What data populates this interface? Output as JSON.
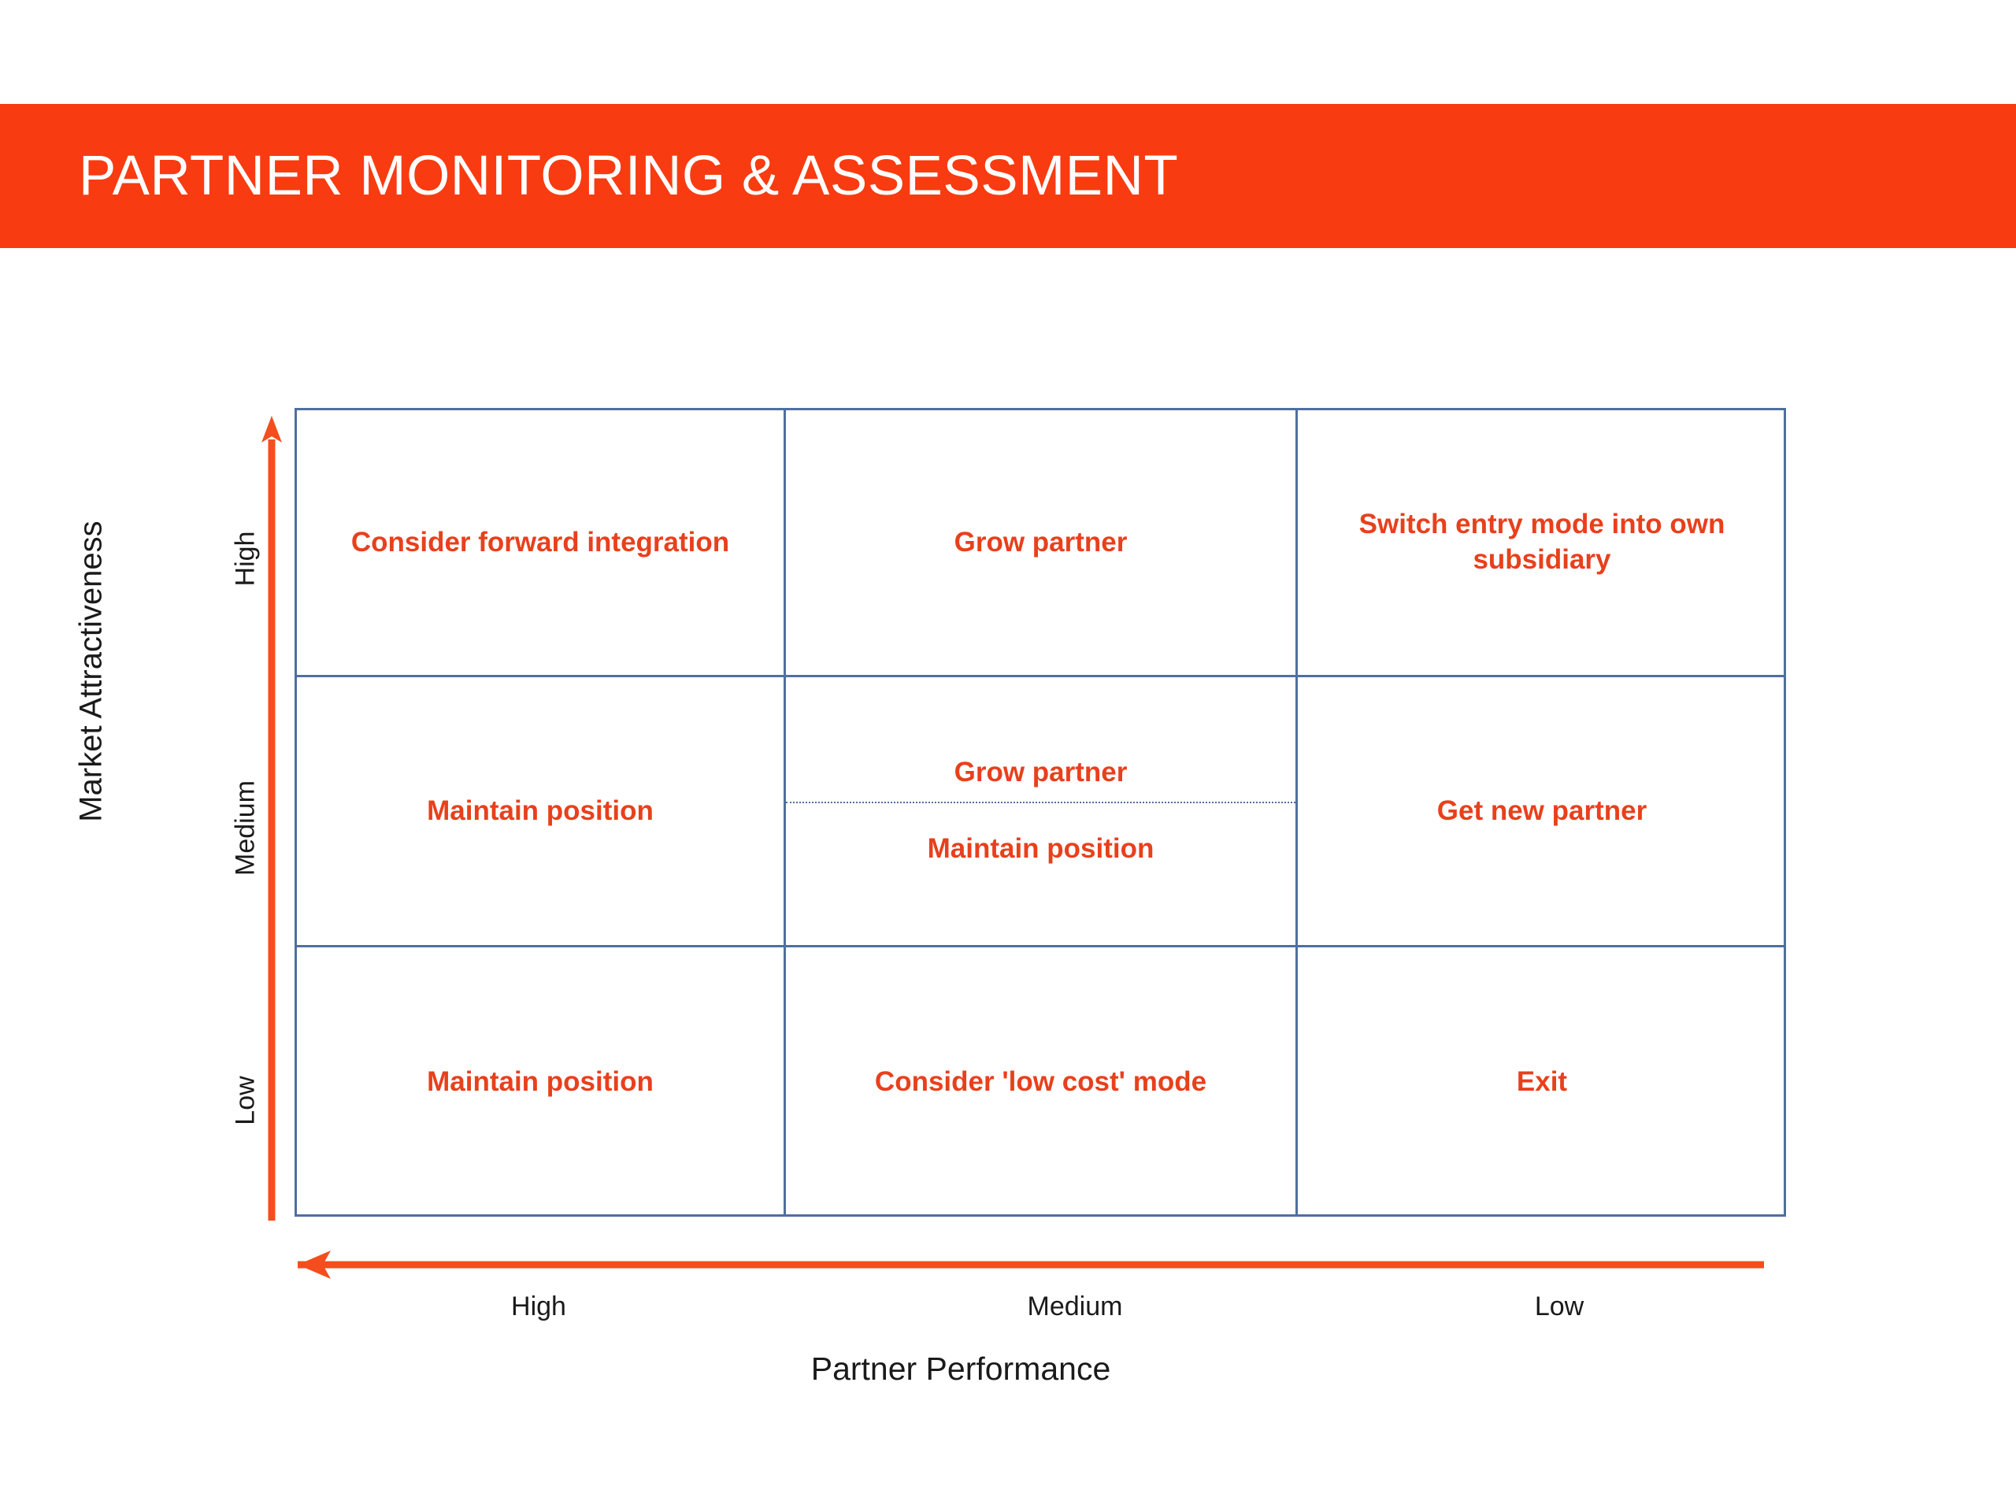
{
  "slide": {
    "title": "PARTNER MONITORING & ASSESSMENT",
    "banner_color": "#F93B11",
    "accent_text_color": "#E8401C",
    "grid_line_color": "#4F6FA0"
  },
  "chart_data": {
    "type": "table",
    "title": "PARTNER MONITORING & ASSESSMENT",
    "xlabel": "Partner Performance",
    "ylabel": "Market Attractiveness",
    "x_tick_labels": [
      "High",
      "Medium",
      "Low"
    ],
    "y_tick_labels": [
      "High",
      "Medium",
      "Low"
    ],
    "x_axis_direction": "left",
    "y_axis_direction": "up",
    "grid": true,
    "legend": "none",
    "columns": [
      "High",
      "Medium",
      "Low"
    ],
    "rows": [
      "High",
      "Medium",
      "Low"
    ],
    "cells": [
      {
        "row": "High",
        "column": "High",
        "text": "Consider forward integration"
      },
      {
        "row": "High",
        "column": "Medium",
        "text": "Grow partner"
      },
      {
        "row": "High",
        "column": "Low",
        "text": "Switch entry mode into own subsidiary"
      },
      {
        "row": "Medium",
        "column": "High",
        "text": "Maintain position"
      },
      {
        "row": "Medium",
        "column": "Medium",
        "split": true,
        "text_top": "Grow partner",
        "text_bottom": "Maintain position"
      },
      {
        "row": "Medium",
        "column": "Low",
        "text": "Get new partner"
      },
      {
        "row": "Low",
        "column": "High",
        "text": "Maintain position"
      },
      {
        "row": "Low",
        "column": "Medium",
        "text": "Consider 'low cost' mode"
      },
      {
        "row": "Low",
        "column": "Low",
        "text": "Exit"
      }
    ]
  },
  "axes": {
    "y_title": "Market Attractiveness",
    "y_high": "High",
    "y_medium": "Medium",
    "y_low": "Low",
    "x_title": "Partner Performance",
    "x_high": "High",
    "x_medium": "Medium",
    "x_low": "Low"
  },
  "matrix": {
    "r0c0": "Consider forward integration",
    "r0c1": "Grow partner",
    "r0c2": "Switch entry mode into own subsidiary",
    "r1c0": "Maintain position",
    "r1c1_top": "Grow partner",
    "r1c1_bottom": "Maintain position",
    "r1c2": "Get new partner",
    "r2c0": "Maintain position",
    "r2c1": "Consider 'low cost' mode",
    "r2c2": "Exit"
  }
}
